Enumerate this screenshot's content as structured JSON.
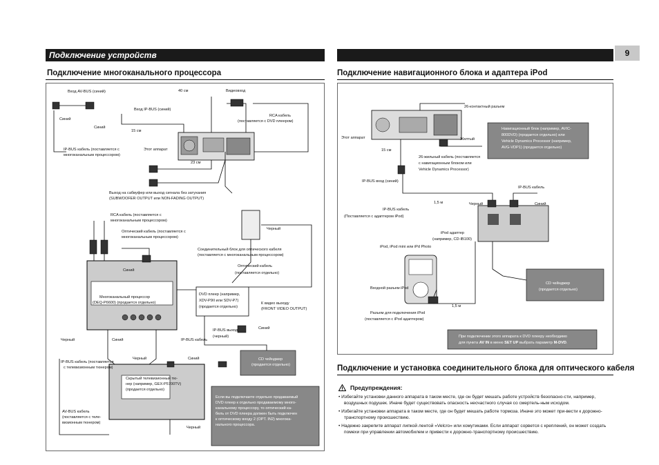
{
  "page_number": "9",
  "section_title": "Подключение устройств",
  "left": {
    "heading": "Подключение многоканального процессора",
    "labels": {
      "avbus_in": "Вход AV-BUS (синий)",
      "cm40": "40 см",
      "video_in": "Видеовход",
      "ipbus_in": "Вход IP-BUS (синий)",
      "blue1": "Синий",
      "blue2": "Синий",
      "cm15": "15 см",
      "rca_dvd1": "RCA кабель",
      "rca_dvd2": "(поставляется с DVD плеером)",
      "ipbus_cable1": "IP-BUS кабель (поставляется с",
      "ipbus_cable2": "многоканальным процессором)",
      "this_unit": "Этот аппарат",
      "cm23": "23 см",
      "sub_out1": "Выход на сабвуфер или выход сигнала без затухания",
      "sub_out2": "(SUBWOOFER OUTPUT или NON-FADING OUTPUT)",
      "rca_proc1": "RCA кабель (поставляется с",
      "rca_proc2": "многоканальным процессором)",
      "black1": "Черный",
      "optical1": "Оптический кабель (поставляется с",
      "optical2": "многоканальным процессором)",
      "conn_unit1": "Соединительный блок для оптического кабеля",
      "conn_unit2": "(поставляется с многоканальным процессором)",
      "optical_dvd1": "Оптический кабель",
      "optical_dvd2": "(поставляется отдельно)",
      "blue3": "Синий",
      "processor1": "Многоканальный процессор",
      "processor2": "(DEQ-P6600) (продается отдельно)",
      "dvd_player1": "DVD плеер (например,",
      "dvd_player2": "XDV-P9II или SDV-P7)",
      "dvd_player3": "(продается отдельно)",
      "video_out1": "К видео выходу",
      "video_out2": "(FRONT VIDEO OUTPUT)",
      "black2": "Черный",
      "blue4": "Синий",
      "ipbus_cable3": "IP-BUS кабель",
      "ipbus_out1": "IP-BUS выход",
      "ipbus_out2": "(черный)",
      "blue5": "Синий",
      "ipbus_tv1": "IP-BUS кабель (поставляется",
      "ipbus_tv2": "с телевизионным тюнером)",
      "black3": "Черный",
      "blue6": "Синий",
      "cd_changer1": "CD чейнджер",
      "cd_changer2": "(продается отдельно)",
      "tuner1": "Скрытый телевизионный тю-",
      "tuner2": "нер (например, GEX-P5700TV)",
      "tuner3": "(продается отдельно)",
      "avbus_cable1": "AV-BUS кабель",
      "avbus_cable2": "(поставляется с теле-",
      "avbus_cable3": "визионным тюнером)",
      "black4": "Черный",
      "note1": "Если вы подключаете отдельно продаваемый",
      "note2": "DVD плеер к отдельно продаваемому много-",
      "note3": "канальному процессору, то оптический ка-",
      "note4": "бель от DVD плеера должен быть подключен",
      "note5": "к оптическому входу 2 (OPT. IN2) многока-",
      "note6": "нального процессора."
    }
  },
  "right": {
    "heading": "Подключение навигационного блока и адаптера iPod",
    "labels": {
      "pin26": "26-контактный разъем",
      "this_unit": "Этот аппарат",
      "yellow": "Желтый",
      "cm15": "15 см",
      "cable26_1": "26-жильный кабель (поставляется",
      "cable26_2": "с навигационным блоком или",
      "cable26_3": "Vehicle Dynamics Processor)",
      "ipbus_in": "IP-BUS вход (синий)",
      "ipbus_cable": "IP-BUS кабель",
      "m15a": "1,5 м",
      "black": "Черный",
      "blue": "Синий",
      "ipbus_cable_ipod1": "IP-BUS кабель",
      "ipbus_cable_ipod2": "(Поставляется с адаптером iPod)",
      "ipod_adapter1": "iPod адаптер",
      "ipod_adapter2": "(например, CD-IB100)",
      "ipod_models": "iPod, iPod mini или iPd Photo",
      "ipod_port": "Входной разъем iPod",
      "m15b": "1,5 м",
      "ipod_conn1": "Разъем для подключения iPod",
      "ipod_conn2": "(поставляется с iPod адаптером)"
    },
    "nav_box": [
      "Навигационный блок (например, AVIC-",
      "800DVD) (продается отдельно) или",
      "Vehicle Dynamics Processor (например,",
      "AVG-VDP1) (продается отдельно)"
    ],
    "cd_box": [
      "CD чейнджер",
      "(продается отдельно)"
    ],
    "note_box": {
      "line1": "При подключении этого аппарата к DVD плееру необходимо",
      "line2_pre": "для пункта ",
      "line2_b1": "AV IN",
      "line2_mid": " в меню ",
      "line2_b2": "SET UP",
      "line2_post": " выбрать параметр ",
      "line2_b3": "M-DVD",
      "line2_end": "."
    },
    "heading2": "Подключение и установка соединительного блока для оптического кабеля",
    "warning_title": "Предупреждения:",
    "warnings": [
      "Избегайте установки данного аппарата в таком месте, где он будет мешать работе устройств безопасно-сти, например, воздушных подушек. Иначе будет существовать опасность несчастного случая со смертель-ным исходом.",
      "Избегайте установки аппарата в таком месте, где он будет мешать работе тормоза. Иначе это может при-вести к дорожно-транспортному происшествию.",
      "Надежно закрепите аппарат липкой лентой «Velcro» или хомутиками. Если аппарат сорвется с креплений, он может создать помехи при управлении автомобилем и привести к дорожно-транспортному происшествию."
    ]
  }
}
